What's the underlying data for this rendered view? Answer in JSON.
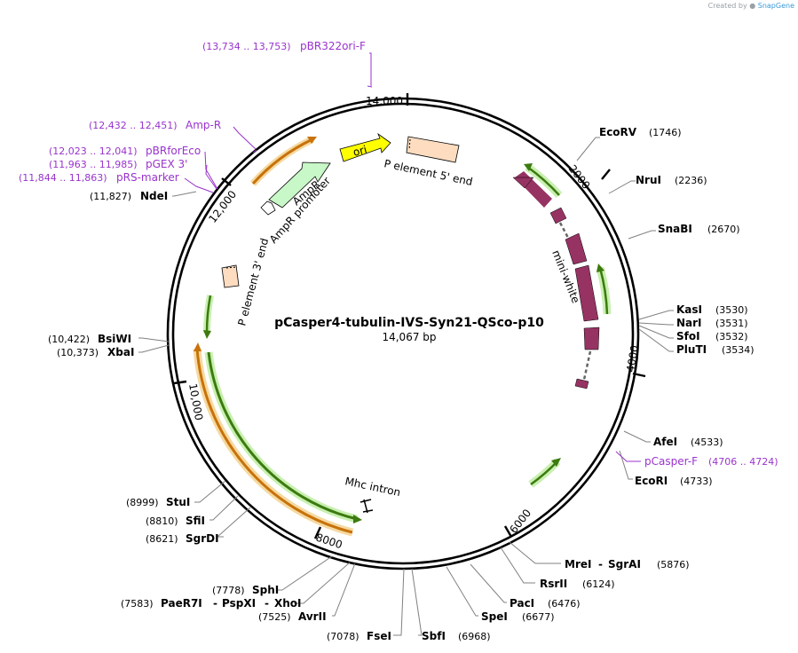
{
  "credit": {
    "prefix": "Created by",
    "brand": "SnapGene"
  },
  "plasmid": {
    "name": "pCasper4-tubulin-IVS-Syn21-QSco-p10",
    "length": "14,067 bp"
  },
  "ticks": [
    "14,000",
    "2000",
    "4000",
    "6000",
    "8000",
    "10,000",
    "12,000"
  ],
  "sites": [
    {
      "name": "EcoRV",
      "pos": "(1746)"
    },
    {
      "name": "NruI",
      "pos": "(2236)"
    },
    {
      "name": "SnaBI",
      "pos": "(2670)"
    },
    {
      "name": "KasI",
      "pos": "(3530)"
    },
    {
      "name": "NarI",
      "pos": "(3531)"
    },
    {
      "name": "SfoI",
      "pos": "(3532)"
    },
    {
      "name": "PluTI",
      "pos": "(3534)"
    },
    {
      "name": "AfeI",
      "pos": "(4533)"
    },
    {
      "name": "EcoRI",
      "pos": "(4733)"
    },
    {
      "name": "MreI",
      "name2": "SgrAI",
      "pos": "(5876)"
    },
    {
      "name": "RsrII",
      "pos": "(6124)"
    },
    {
      "name": "PacI",
      "pos": "(6476)"
    },
    {
      "name": "SpeI",
      "pos": "(6677)"
    },
    {
      "name": "SbfI",
      "pos": "(6968)"
    },
    {
      "name": "FseI",
      "pos": "(7078)"
    },
    {
      "name": "AvrII",
      "pos": "(7525)"
    },
    {
      "name": "PaeR7I",
      "name2": "PspXI",
      "name3": "XhoI",
      "pos": "(7583)"
    },
    {
      "name": "SphI",
      "pos": "(7778)"
    },
    {
      "name": "SgrDI",
      "pos": "(8621)"
    },
    {
      "name": "SfiI",
      "pos": "(8810)"
    },
    {
      "name": "StuI",
      "pos": "(8999)"
    },
    {
      "name": "XbaI",
      "pos": "(10,373)"
    },
    {
      "name": "BsiWI",
      "pos": "(10,422)"
    },
    {
      "name": "NdeI",
      "pos": "(11,827)"
    }
  ],
  "primers": [
    {
      "name": "pBR322ori-F",
      "pos": "(13,734 .. 13,753)"
    },
    {
      "name": "Amp-R",
      "pos": "(12,432 .. 12,451)"
    },
    {
      "name": "pBRforEco",
      "pos": "(12,023 .. 12,041)"
    },
    {
      "name": "pGEX 3'",
      "pos": "(11,963 .. 11,985)"
    },
    {
      "name": "pRS-marker",
      "pos": "(11,844 .. 11,863)"
    },
    {
      "name": "pCasper-F",
      "pos": "(4706 .. 4724)"
    }
  ],
  "features": {
    "ori": "ori",
    "p5": "P element 5' end",
    "p3": "P element 3' end",
    "ampr": "AmpR",
    "ampr_promoter": "AmpR promoter",
    "mini_white": "mini-white",
    "mhc_intron": "Mhc intron"
  },
  "colors": {
    "backbone": "#000000",
    "orange_arrow": "#f5a623",
    "green_arrow": "#6aa121",
    "green_glow": "#c8f0b0",
    "ori": "#ffff00",
    "p_element": "#fddcc0",
    "ampr": "#c8f7c8",
    "mini_white": "#963363",
    "primer": "#9933cc",
    "leader": "#808080"
  }
}
